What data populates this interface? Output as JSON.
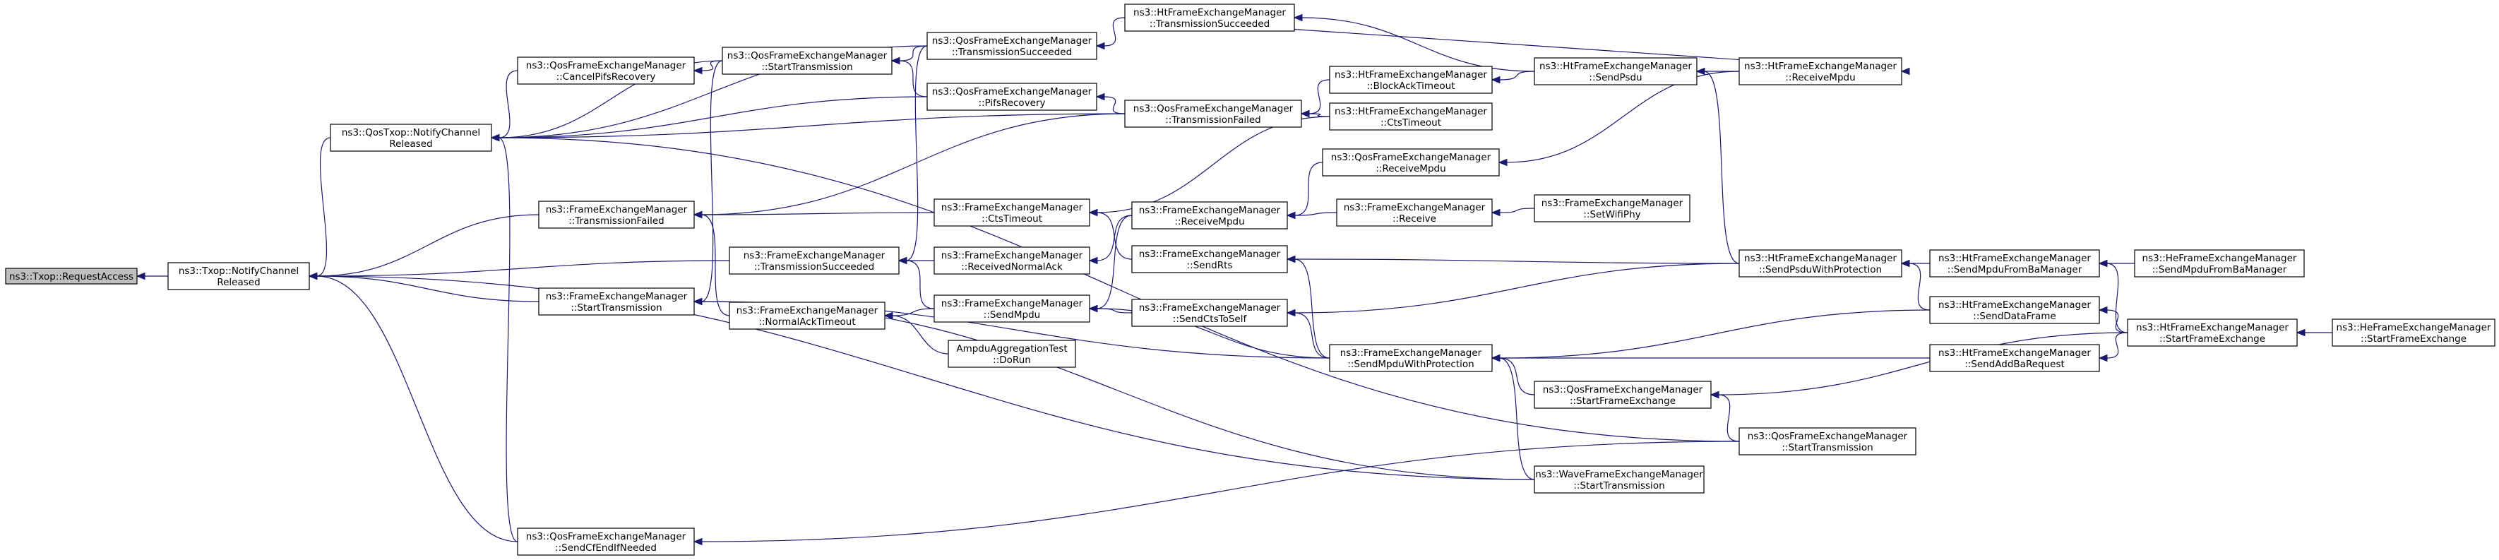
{
  "colors": {
    "edge": "#191970",
    "root_fill": "#bfbfbf",
    "node_fill": "#ffffff",
    "node_border": "#000000"
  },
  "nodes": [
    {
      "id": "n0",
      "lines": [
        "ns3::Txop::RequestAccess"
      ],
      "root": true
    },
    {
      "id": "n1",
      "lines": [
        "ns3::Txop::NotifyChannel",
        "Released"
      ]
    },
    {
      "id": "n2",
      "lines": [
        "ns3::QosTxop::NotifyChannel",
        "Released"
      ]
    },
    {
      "id": "n3",
      "lines": [
        "ns3::FrameExchangeManager",
        "::TransmissionFailed"
      ]
    },
    {
      "id": "n4",
      "lines": [
        "ns3::FrameExchangeManager",
        "::StartTransmission"
      ]
    },
    {
      "id": "n5",
      "lines": [
        "ns3::QosFrameExchangeManager",
        "::SendCfEndIfNeeded"
      ]
    },
    {
      "id": "n6",
      "lines": [
        "ns3::QosFrameExchangeManager",
        "::CancelPifsRecovery"
      ]
    },
    {
      "id": "n7",
      "lines": [
        "ns3::QosFrameExchangeManager",
        "::StartTransmission"
      ]
    },
    {
      "id": "n8",
      "lines": [
        "ns3::FrameExchangeManager",
        "::TransmissionSucceeded"
      ]
    },
    {
      "id": "n9",
      "lines": [
        "ns3::FrameExchangeManager",
        "::NormalAckTimeout"
      ]
    },
    {
      "id": "n10",
      "lines": [
        "ns3::QosFrameExchangeManager",
        "::TransmissionSucceeded"
      ]
    },
    {
      "id": "n11",
      "lines": [
        "ns3::QosFrameExchangeManager",
        "::PifsRecovery"
      ]
    },
    {
      "id": "n12",
      "lines": [
        "ns3::FrameExchangeManager",
        "::CtsTimeout"
      ]
    },
    {
      "id": "n13",
      "lines": [
        "ns3::FrameExchangeManager",
        "::ReceivedNormalAck"
      ]
    },
    {
      "id": "n14",
      "lines": [
        "ns3::FrameExchangeManager",
        "::SendMpdu"
      ]
    },
    {
      "id": "n15",
      "lines": [
        "AmpduAggregationTest",
        "::DoRun"
      ]
    },
    {
      "id": "n16",
      "lines": [
        "ns3::HtFrameExchangeManager",
        "::TransmissionSucceeded"
      ]
    },
    {
      "id": "n17",
      "lines": [
        "ns3::QosFrameExchangeManager",
        "::TransmissionFailed"
      ]
    },
    {
      "id": "n18",
      "lines": [
        "ns3::FrameExchangeManager",
        "::ReceiveMpdu"
      ]
    },
    {
      "id": "n19",
      "lines": [
        "ns3::FrameExchangeManager",
        "::SendRts"
      ]
    },
    {
      "id": "n20",
      "lines": [
        "ns3::FrameExchangeManager",
        "::SendCtsToSelf"
      ]
    },
    {
      "id": "n21",
      "lines": [
        "ns3::HtFrameExchangeManager",
        "::BlockAckTimeout"
      ]
    },
    {
      "id": "n22",
      "lines": [
        "ns3::HtFrameExchangeManager",
        "::CtsTimeout"
      ]
    },
    {
      "id": "n23",
      "lines": [
        "ns3::QosFrameExchangeManager",
        "::ReceiveMpdu"
      ]
    },
    {
      "id": "n24",
      "lines": [
        "ns3::FrameExchangeManager",
        "::Receive"
      ]
    },
    {
      "id": "n25",
      "lines": [
        "ns3::FrameExchangeManager",
        "::SendMpduWithProtection"
      ]
    },
    {
      "id": "n26",
      "lines": [
        "ns3::HtFrameExchangeManager",
        "::SendPsdu"
      ]
    },
    {
      "id": "n27",
      "lines": [
        "ns3::FrameExchangeManager",
        "::SetWifiPhy"
      ]
    },
    {
      "id": "n28",
      "lines": [
        "ns3::QosFrameExchangeManager",
        "::StartFrameExchange"
      ]
    },
    {
      "id": "n29",
      "lines": [
        "ns3::WaveFrameExchangeManager",
        "::StartTransmission"
      ]
    },
    {
      "id": "n30",
      "lines": [
        "ns3::HtFrameExchangeManager",
        "::ReceiveMpdu"
      ]
    },
    {
      "id": "n31",
      "lines": [
        "ns3::HtFrameExchangeManager",
        "::SendPsduWithProtection"
      ]
    },
    {
      "id": "n32",
      "lines": [
        "ns3::QosFrameExchangeManager",
        "::StartTransmission"
      ]
    },
    {
      "id": "n33",
      "lines": [
        "ns3::HtFrameExchangeManager",
        "::SendMpduFromBaManager"
      ]
    },
    {
      "id": "n34",
      "lines": [
        "ns3::HtFrameExchangeManager",
        "::SendDataFrame"
      ]
    },
    {
      "id": "n35",
      "lines": [
        "ns3::HtFrameExchangeManager",
        "::SendAddBaRequest"
      ]
    },
    {
      "id": "n36",
      "lines": [
        "ns3::HeFrameExchangeManager",
        "::SendMpduFromBaManager"
      ]
    },
    {
      "id": "n37",
      "lines": [
        "ns3::HtFrameExchangeManager",
        "::StartFrameExchange"
      ]
    },
    {
      "id": "n38",
      "lines": [
        "ns3::HeFrameExchangeManager",
        "::StartFrameExchange"
      ]
    }
  ],
  "edges": [
    [
      "n1",
      "n0"
    ],
    [
      "n2",
      "n1"
    ],
    [
      "n3",
      "n1"
    ],
    [
      "n4",
      "n1"
    ],
    [
      "n5",
      "n1"
    ],
    [
      "n8",
      "n1"
    ],
    [
      "n29",
      "n1"
    ],
    [
      "n6",
      "n2"
    ],
    [
      "n7",
      "n2"
    ],
    [
      "n10",
      "n2"
    ],
    [
      "n11",
      "n2"
    ],
    [
      "n17",
      "n2"
    ],
    [
      "n32",
      "n2"
    ],
    [
      "n5",
      "n2"
    ],
    [
      "n9",
      "n3"
    ],
    [
      "n12",
      "n3"
    ],
    [
      "n17",
      "n3"
    ],
    [
      "n7",
      "n4"
    ],
    [
      "n25",
      "n4"
    ],
    [
      "n29",
      "n4"
    ],
    [
      "n32",
      "n5"
    ],
    [
      "n7",
      "n6"
    ],
    [
      "n10",
      "n7"
    ],
    [
      "n11",
      "n7"
    ],
    [
      "n13",
      "n8"
    ],
    [
      "n14",
      "n8"
    ],
    [
      "n10",
      "n8"
    ],
    [
      "n14",
      "n9"
    ],
    [
      "n15",
      "n9"
    ],
    [
      "n16",
      "n10"
    ],
    [
      "n17",
      "n11"
    ],
    [
      "n22",
      "n12"
    ],
    [
      "n19",
      "n12"
    ],
    [
      "n18",
      "n13"
    ],
    [
      "n18",
      "n14"
    ],
    [
      "n20",
      "n14"
    ],
    [
      "n25",
      "n14"
    ],
    [
      "n26",
      "n16"
    ],
    [
      "n21",
      "n17"
    ],
    [
      "n22",
      "n17"
    ],
    [
      "n23",
      "n18"
    ],
    [
      "n24",
      "n18"
    ],
    [
      "n25",
      "n19"
    ],
    [
      "n31",
      "n19"
    ],
    [
      "n25",
      "n20"
    ],
    [
      "n31",
      "n20"
    ],
    [
      "n26",
      "n21"
    ],
    [
      "n30",
      "n23"
    ],
    [
      "n27",
      "n24"
    ],
    [
      "n28",
      "n25"
    ],
    [
      "n29",
      "n25"
    ],
    [
      "n34",
      "n25"
    ],
    [
      "n35",
      "n25"
    ],
    [
      "n30",
      "n26"
    ],
    [
      "n31",
      "n26"
    ],
    [
      "n32",
      "n28"
    ],
    [
      "n37",
      "n28"
    ],
    [
      "n16",
      "n30"
    ],
    [
      "n33",
      "n31"
    ],
    [
      "n34",
      "n31"
    ],
    [
      "n36",
      "n33"
    ],
    [
      "n37",
      "n33"
    ],
    [
      "n37",
      "n34"
    ],
    [
      "n37",
      "n35"
    ],
    [
      "n38",
      "n37"
    ]
  ]
}
